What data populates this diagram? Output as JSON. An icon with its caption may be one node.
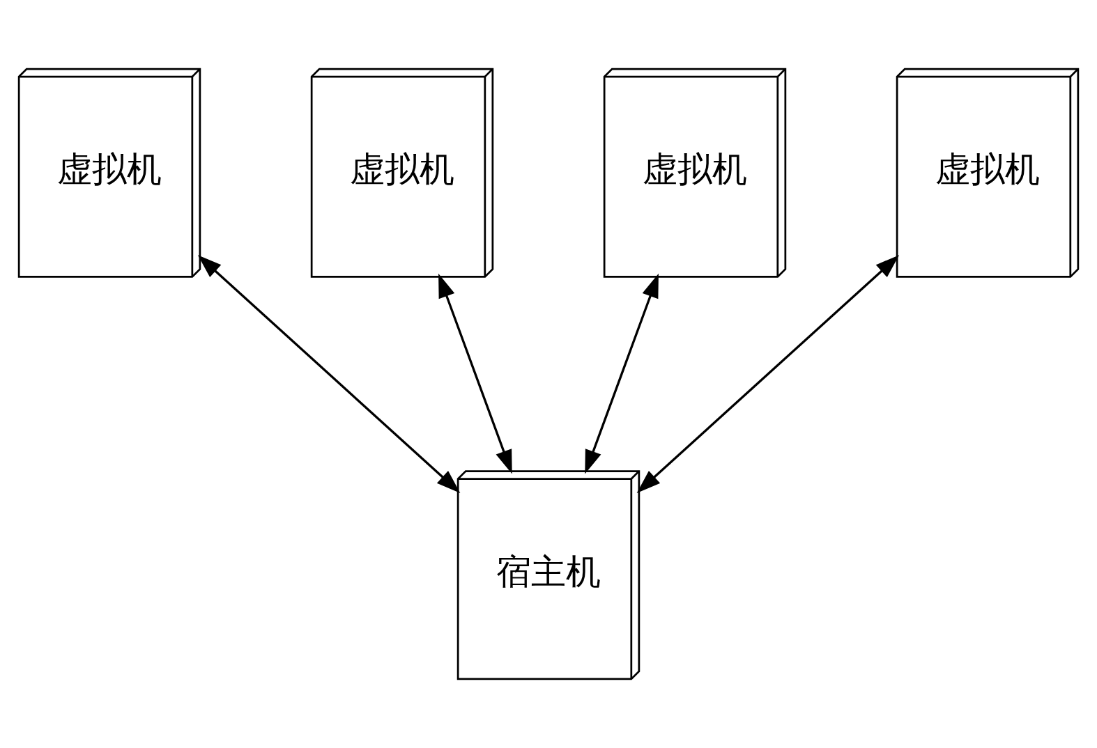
{
  "diagram": {
    "nodes": [
      {
        "text": [
          "虚拟机"
        ]
      },
      {
        "text": [
          "虚拟机"
        ]
      },
      {
        "text": [
          "虚拟机"
        ]
      },
      {
        "text": [
          "虚拟机"
        ]
      },
      {
        "text": [
          "宿主机"
        ]
      }
    ],
    "edges": [
      {
        "from": 0,
        "to": 4,
        "arrow": "both"
      },
      {
        "from": 1,
        "to": 4,
        "arrow": "both"
      },
      {
        "from": 2,
        "to": 4,
        "arrow": "both"
      },
      {
        "from": 3,
        "to": 4,
        "arrow": "both"
      }
    ]
  }
}
